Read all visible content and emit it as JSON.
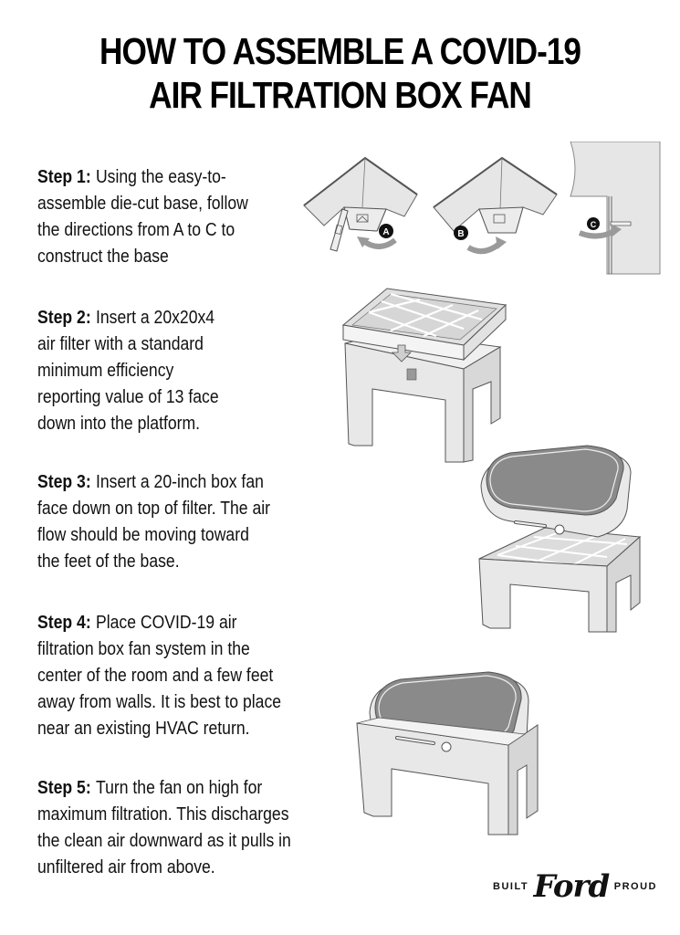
{
  "title": {
    "line1": "HOW TO ASSEMBLE A COVID-19",
    "line2": "AIR FILTRATION BOX FAN"
  },
  "steps": [
    {
      "label": "Step 1:",
      "lines": [
        "Using the easy-to-",
        "assemble die-cut base, follow",
        "the directions from A to C to",
        "construct the base"
      ]
    },
    {
      "label": "Step 2:",
      "lines": [
        "Insert a 20x20x4",
        "air filter with a standard",
        "minimum efficiency",
        "reporting value of 13 face",
        "down into the platform."
      ]
    },
    {
      "label": "Step 3:",
      "lines": [
        "Insert a 20-inch box fan",
        "face down on top of filter. The air",
        "flow should be moving toward",
        "the feet of the base."
      ]
    },
    {
      "label": "Step 4:",
      "lines": [
        "Place COVID-19 air",
        "filtration box fan system in the",
        "center of the room and a few feet",
        "away from walls. It is best to place",
        "near an existing HVAC return."
      ]
    },
    {
      "label": "Step 5:",
      "lines": [
        "Turn the fan on high for",
        "maximum filtration. This discharges",
        "the clean air downward as it pulls in",
        "unfiltered air from above."
      ]
    }
  ],
  "diagram_markers": [
    "A",
    "B",
    "C"
  ],
  "footer": {
    "left": "BUILT",
    "logo": "Ford",
    "right": "PROUD"
  },
  "colors": {
    "panel_fill": "#e6e6e6",
    "panel_stroke": "#555555",
    "arrow": "#9a9a9a",
    "marker": "#111111",
    "grille": "#8a8a8a"
  }
}
